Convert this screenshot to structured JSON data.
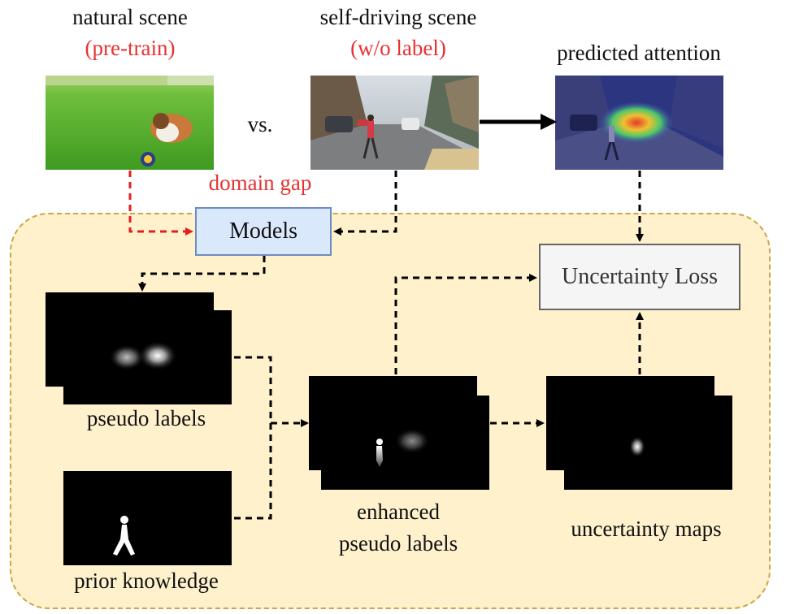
{
  "labels": {
    "natural_scene": "natural scene",
    "pre_train": "(pre-train)",
    "self_driving_scene": "self-driving scene",
    "wo_label": "(w/o label)",
    "predicted_attention": "predicted attention",
    "vs": "vs.",
    "domain_gap": "domain gap",
    "models": "Models",
    "uncertainty_loss": "Uncertainty Loss",
    "pseudo_labels": "pseudo labels",
    "prior_knowledge": "prior knowledge",
    "enhanced_line1": "enhanced",
    "enhanced_line2": "pseudo labels",
    "uncertainty_maps": "uncertainty maps"
  },
  "colors": {
    "red_text": "#e63232",
    "panel_fill": "#fef1cc",
    "panel_border": "#c9a64b",
    "models_fill": "#dae8fc",
    "models_border": "#6c8ebf",
    "loss_fill": "#f5f5f5",
    "loss_border": "#666666",
    "arrow_black": "#000000",
    "arrow_red": "#e61e1e"
  }
}
